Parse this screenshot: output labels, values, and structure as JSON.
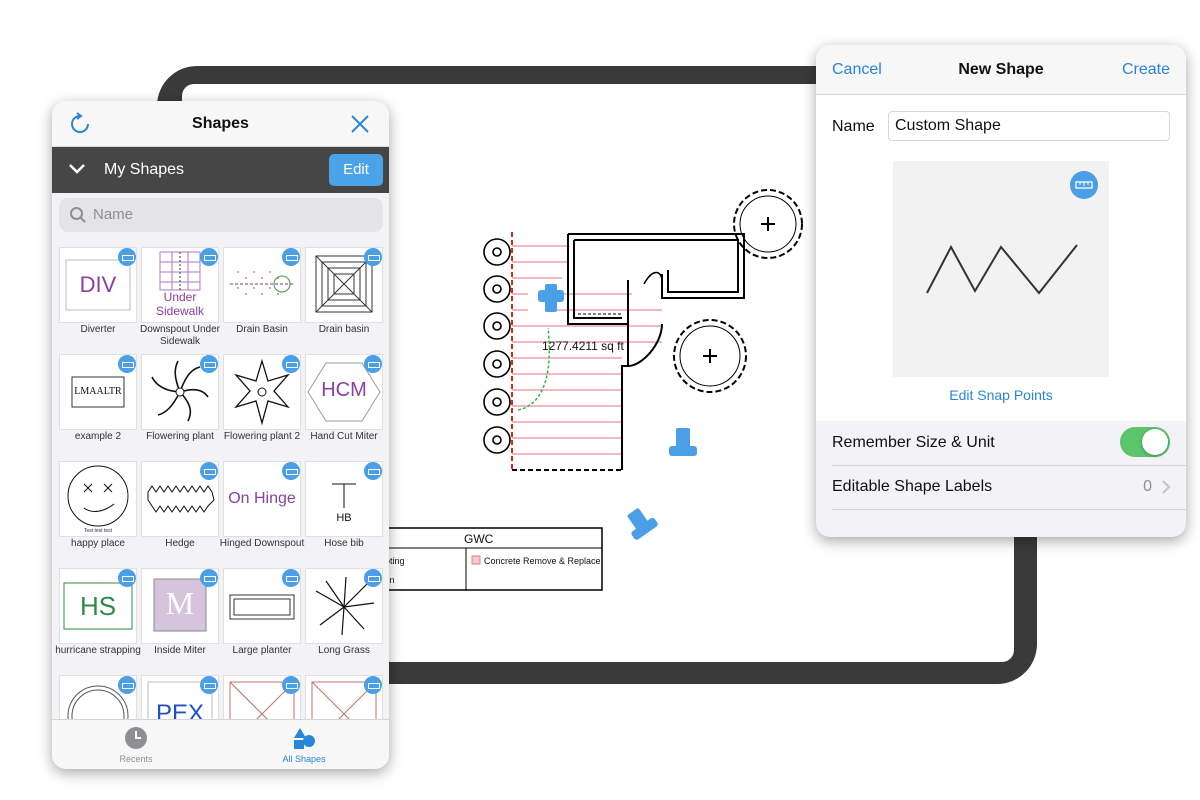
{
  "canvas": {
    "area_label": "1277.4211 sq ft",
    "legend_title": "GWC",
    "legend_items": [
      "ooting",
      "Concrete Remove & Replace",
      "tion"
    ],
    "legend_swatch_color": "#f5c6c6"
  },
  "shapes_panel": {
    "title": "Shapes",
    "section_title": "My Shapes",
    "edit_label": "Edit",
    "search_placeholder": "Name",
    "accent_color": "#4a9fe6",
    "items": [
      {
        "label": "Diverter",
        "thumb_text": "DIV"
      },
      {
        "label": "Downspout Under Sidewalk",
        "thumb_text": "Under Sidewalk"
      },
      {
        "label": "Drain Basin",
        "thumb_text": ""
      },
      {
        "label": "Drain basin",
        "thumb_text": ""
      },
      {
        "label": "example 2",
        "thumb_text": "LMAALTR"
      },
      {
        "label": "Flowering plant",
        "thumb_text": ""
      },
      {
        "label": "Flowering plant 2",
        "thumb_text": ""
      },
      {
        "label": "Hand Cut Miter",
        "thumb_text": "HCM"
      },
      {
        "label": "happy place",
        "thumb_text": "Test test test"
      },
      {
        "label": "Hedge",
        "thumb_text": ""
      },
      {
        "label": "Hinged Downspout",
        "thumb_text": "On Hinge"
      },
      {
        "label": "Hose bib",
        "thumb_text": "HB"
      },
      {
        "label": "hurricane strapping",
        "thumb_text": "HS"
      },
      {
        "label": "Inside Miter",
        "thumb_text": "M"
      },
      {
        "label": "Large planter",
        "thumb_text": ""
      },
      {
        "label": "Long Grass",
        "thumb_text": ""
      },
      {
        "label": "",
        "thumb_text": ""
      },
      {
        "label": "",
        "thumb_text": "PEX"
      },
      {
        "label": "",
        "thumb_text": ""
      },
      {
        "label": "",
        "thumb_text": ""
      }
    ],
    "tabs": [
      {
        "label": "Recents",
        "icon": "clock-icon",
        "active": false
      },
      {
        "label": "All Shapes",
        "icon": "shapes-icon",
        "active": true
      }
    ]
  },
  "new_shape": {
    "cancel_label": "Cancel",
    "title": "New Shape",
    "create_label": "Create",
    "name_label": "Name",
    "name_value": "Custom Shape",
    "snap_points_label": "Edit Snap Points",
    "remember_label": "Remember Size & Unit",
    "remember_on": true,
    "labels_label": "Editable Shape Labels",
    "labels_count": "0",
    "link_color": "#2a85d8",
    "toggle_color": "#5cc46a"
  }
}
